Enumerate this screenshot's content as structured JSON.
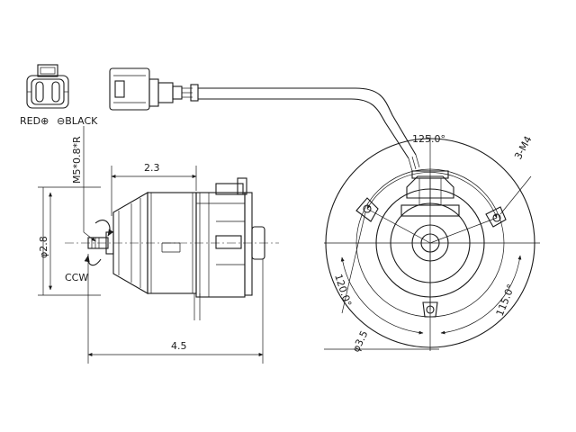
{
  "connector": {
    "red_label": "RED⊕",
    "black_label": "⊖BLACK"
  },
  "side_view": {
    "thread_label": "M5*0.8*R",
    "shaft_diameter_label": "φ2.8",
    "rotation_label": "CCW",
    "top_dimension": "2.3",
    "bottom_dimension": "4.5"
  },
  "front_view": {
    "top_angle": "125.0°",
    "mount_label": "3-M4",
    "left_angle": "120.0°",
    "right_angle": "115.0°",
    "hole_label": "φ3.5"
  }
}
